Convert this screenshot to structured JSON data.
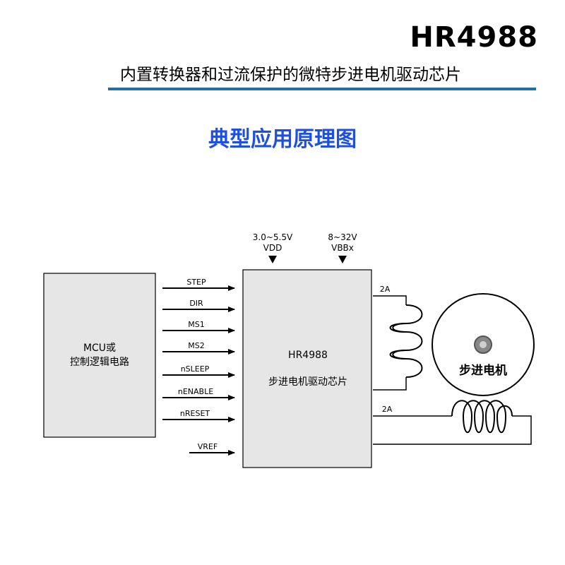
{
  "header": {
    "part_number": "HR4988",
    "subtitle": "内置转换器和过流保护的微特步进电机驱动芯片"
  },
  "section_title": "典型应用原理图",
  "diagram": {
    "mcu": {
      "line1": "MCU或",
      "line2": "控制逻辑电路"
    },
    "chip": {
      "name": "HR4988",
      "desc": "步进电机驱动芯片"
    },
    "signals": [
      "STEP",
      "DIR",
      "MS1",
      "MS2",
      "nSLEEP",
      "nENABLE",
      "nRESET"
    ],
    "vref": "VREF",
    "supplies": [
      {
        "range": "3.0~5.5V",
        "name": "VDD"
      },
      {
        "range": "8~32V",
        "name": "VBBx"
      }
    ],
    "coil_current_a": "2A",
    "coil_current_b": "2A",
    "motor_label": "步进电机",
    "colors": {
      "accent_rule": "#1e6fa8",
      "title_blue": "#1d4fe0",
      "box_fill": "#e6e6e6"
    }
  }
}
